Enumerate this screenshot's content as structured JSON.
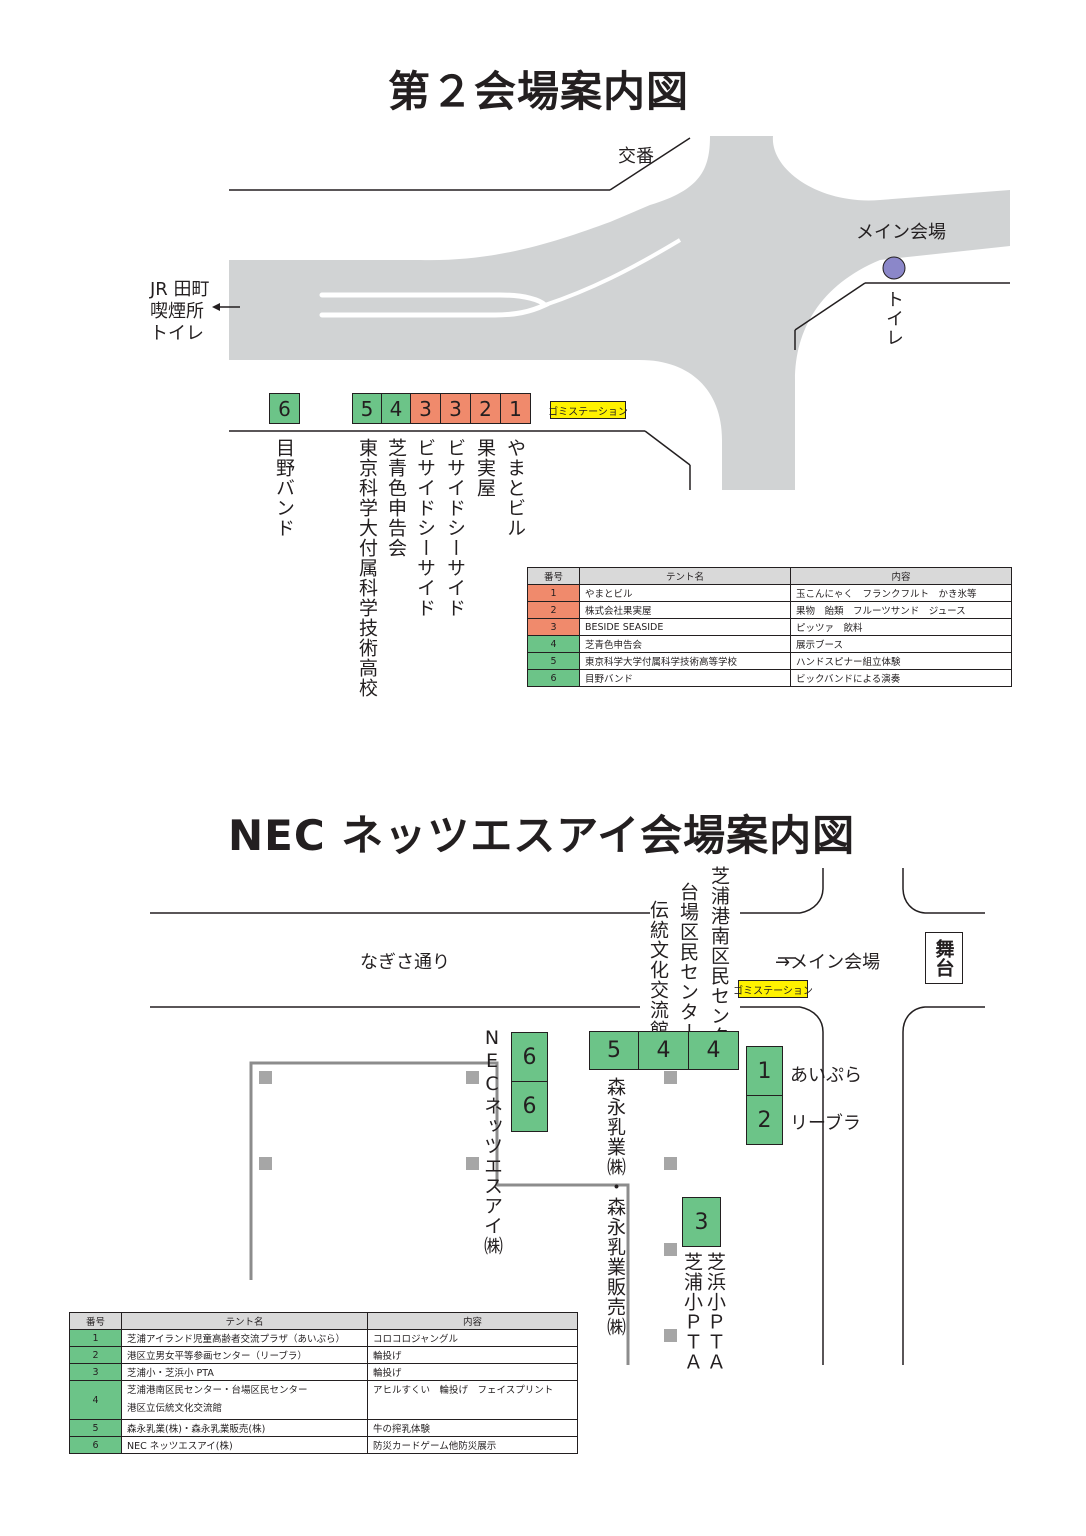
{
  "map1": {
    "title": "第２会場案内図",
    "labels": {
      "koban": "交番",
      "main_venue": "メイン会場",
      "toilet_right": "トイレ",
      "jr": "JR 田町",
      "smoking": "喫煙所",
      "toilet_left": "トイレ",
      "gomi": "ゴミステーション"
    },
    "booths": [
      "6",
      "5",
      "4",
      "3",
      "3",
      "2",
      "1"
    ],
    "booth_names": [
      "目野バンド",
      "東京科学大付属科学技術高校",
      "芝青色申告会",
      "ビサイドシーサイド",
      "ビサイドシーサイド",
      "果実屋",
      "やまとビル"
    ],
    "legend": {
      "headers": [
        "番号",
        "テント名",
        "内容"
      ],
      "rows": [
        {
          "no": "1",
          "name": "やまとビル",
          "content": "玉こんにゃく　フランクフルト　かき氷等",
          "color": "#f08a6c"
        },
        {
          "no": "2",
          "name": "株式会社果実屋",
          "content": "果物　飴類　フルーツサンド　ジュース",
          "color": "#f08a6c"
        },
        {
          "no": "3",
          "name": "BESIDE  SEASIDE",
          "content": "ピッツァ　飲料",
          "color": "#f08a6c"
        },
        {
          "no": "4",
          "name": "芝青色申告会",
          "content": "展示ブース",
          "color": "#6cc488"
        },
        {
          "no": "5",
          "name": "東京科学大学付属科学技術高等学校",
          "content": "ハンドスピナー組立体験",
          "color": "#6cc488"
        },
        {
          "no": "6",
          "name": "目野バンド",
          "content": "ビックバンドによる演奏",
          "color": "#6cc488"
        }
      ]
    }
  },
  "map2": {
    "title": "NEC ネッツエスアイ会場案内図",
    "labels": {
      "street": "なぎさ通り",
      "to_main": "→メイン会場",
      "stage": "舞台",
      "gomi": "ゴミステーション",
      "dentou": "伝統文化交流館",
      "daiba": "台場区民センター",
      "shibaura_kunan": "芝浦港南区民センター",
      "nec": "NECネッツエスアイ㈱",
      "morinaga": "森永乳業㈱・森永乳業販売㈱",
      "shibahama_pta": "芝浜小ＰＴＡ",
      "shibaura_pta": "芝浦小ＰＴＡ",
      "aipura": "あいぷら",
      "ribura": "リーブラ"
    },
    "booths": {
      "b6a": "6",
      "b6b": "6",
      "b5": "5",
      "b4a": "4",
      "b4b": "4",
      "b1": "1",
      "b2": "2",
      "b3": "3"
    },
    "legend": {
      "headers": [
        "番号",
        "テント名",
        "内容"
      ],
      "rows": [
        {
          "no": "1",
          "name": "芝浦アイランド児童高齢者交流プラザ（あいぷら）",
          "content": "コロコロジャングル"
        },
        {
          "no": "2",
          "name": "港区立男女平等参画センター（リーブラ）",
          "content": "輪投げ"
        },
        {
          "no": "3",
          "name": "芝浦小・芝浜小 PTA",
          "content": "輪投げ"
        },
        {
          "no": "4",
          "name": "芝浦港南区民センター・台場区民センター",
          "name2": "港区立伝統文化交流館",
          "content": "アヒルすくい　輪投げ　フェイスプリント"
        },
        {
          "no": "5",
          "name": "森永乳業(株)・森永乳業販売(株)",
          "content": "牛の搾乳体験"
        },
        {
          "no": "6",
          "name": "NEC ネッツエスアイ(株)",
          "content": "防災カードゲーム他防災展示"
        }
      ]
    }
  },
  "colors": {
    "green": "#6cc488",
    "orange": "#f08a6c",
    "road": "#d1d3d4",
    "gomi": "#fff200",
    "toilet_dot": "#8b87c9"
  }
}
